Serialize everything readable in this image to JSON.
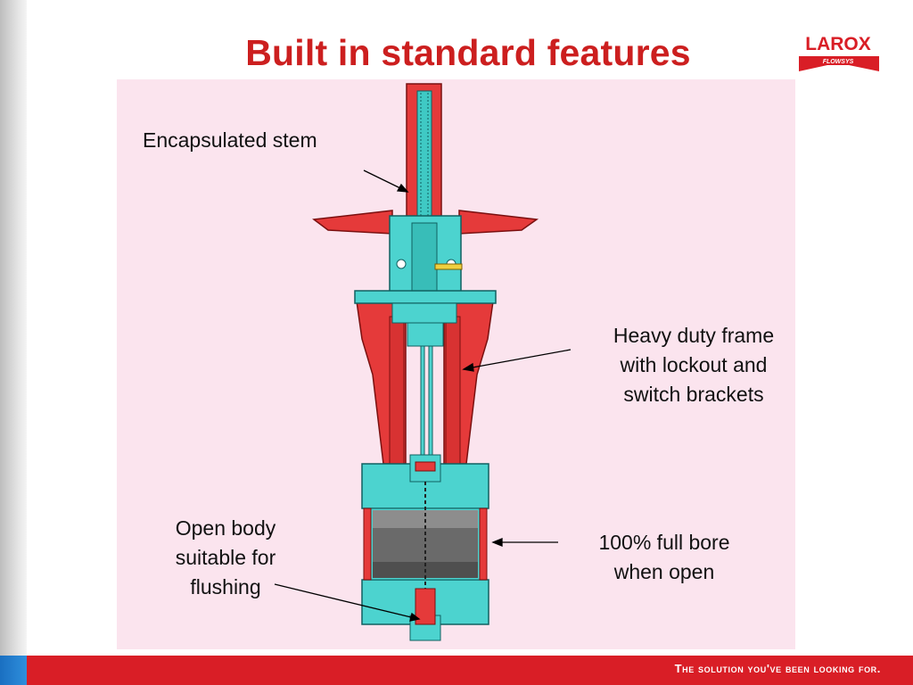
{
  "title": "Built in standard features",
  "logo": {
    "line1": "LAROX",
    "line2": "FLOWSYS"
  },
  "labels": {
    "stem": "Encapsulated stem",
    "frame": [
      "Heavy duty frame",
      "with lockout and",
      "switch brackets"
    ],
    "body": [
      "Open body",
      "suitable for",
      "flushing"
    ],
    "bore": [
      "100% full bore",
      "when open"
    ]
  },
  "footer": {
    "tagline": "The solution you've been looking for."
  },
  "colors": {
    "title_red": "#cc1f1f",
    "panel_pink": "#fbe4ee",
    "valve_red": "#e53a3a",
    "valve_cyan": "#4cd3cf",
    "footer_red": "#d91e26"
  }
}
